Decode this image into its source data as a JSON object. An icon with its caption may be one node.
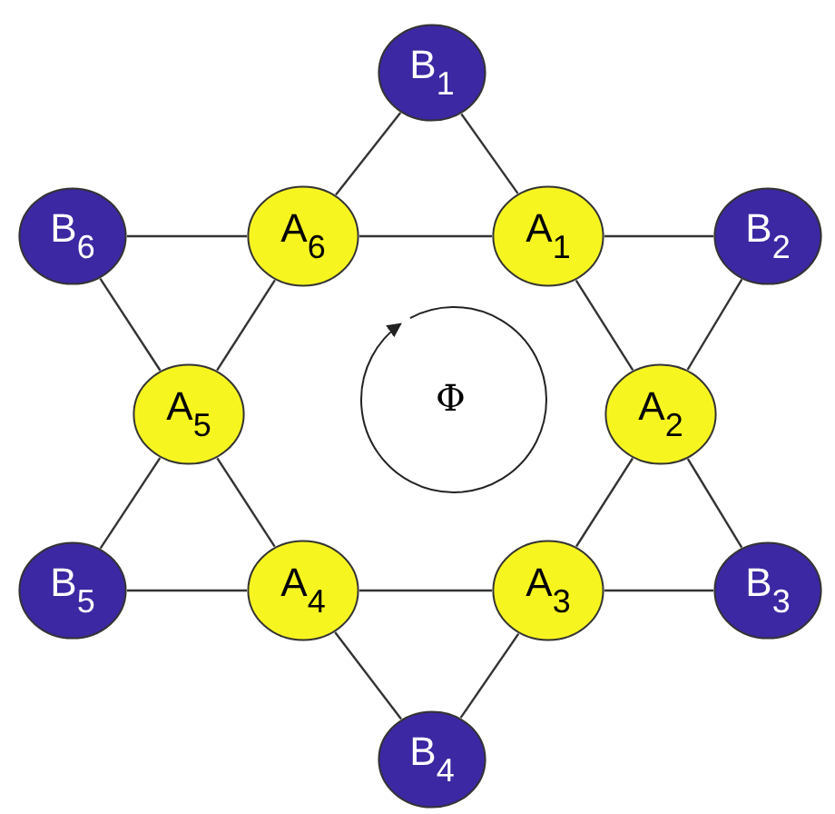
{
  "diagram": {
    "nodes": [
      {
        "text": [
          "B$_{1}$"
        ]
      },
      {
        "text": [
          "B$_{6}$"
        ]
      },
      {
        "text": [
          "A$_{6}$"
        ]
      },
      {
        "text": [
          "A$_{1}$"
        ]
      },
      {
        "text": [
          "B$_{2}$"
        ]
      },
      {
        "text": [
          "A$_{5}$"
        ]
      },
      {
        "text": [
          "A$_{2}$"
        ]
      },
      {
        "text": [
          "B$_{5}$"
        ]
      },
      {
        "text": [
          "A$_{4}$"
        ]
      },
      {
        "text": [
          "A$_{3}$"
        ]
      },
      {
        "text": [
          "B$_{3}$"
        ]
      },
      {
        "text": [
          "B$_{4}$"
        ]
      }
    ],
    "edges": [
      {
        "from": 0,
        "to": 2,
        "arrow": "none"
      },
      {
        "from": 0,
        "to": 3,
        "arrow": "none"
      },
      {
        "from": 1,
        "to": 2,
        "arrow": "none"
      },
      {
        "from": 2,
        "to": 3,
        "arrow": "none"
      },
      {
        "from": 3,
        "to": 4,
        "arrow": "none"
      },
      {
        "from": 1,
        "to": 5,
        "arrow": "none"
      },
      {
        "from": 2,
        "to": 5,
        "arrow": "none"
      },
      {
        "from": 3,
        "to": 6,
        "arrow": "none"
      },
      {
        "from": 4,
        "to": 6,
        "arrow": "none"
      },
      {
        "from": 5,
        "to": 7,
        "arrow": "none"
      },
      {
        "from": 5,
        "to": 8,
        "arrow": "none"
      },
      {
        "from": 6,
        "to": 9,
        "arrow": "none"
      },
      {
        "from": 6,
        "to": 10,
        "arrow": "none"
      },
      {
        "from": 7,
        "to": 8,
        "arrow": "none"
      },
      {
        "from": 8,
        "to": 9,
        "arrow": "none"
      },
      {
        "from": 9,
        "to": 10,
        "arrow": "none"
      },
      {
        "from": 8,
        "to": 11,
        "arrow": "none"
      },
      {
        "from": 9,
        "to": 11,
        "arrow": "none"
      }
    ],
    "labels": [
      "Φ"
    ]
  }
}
